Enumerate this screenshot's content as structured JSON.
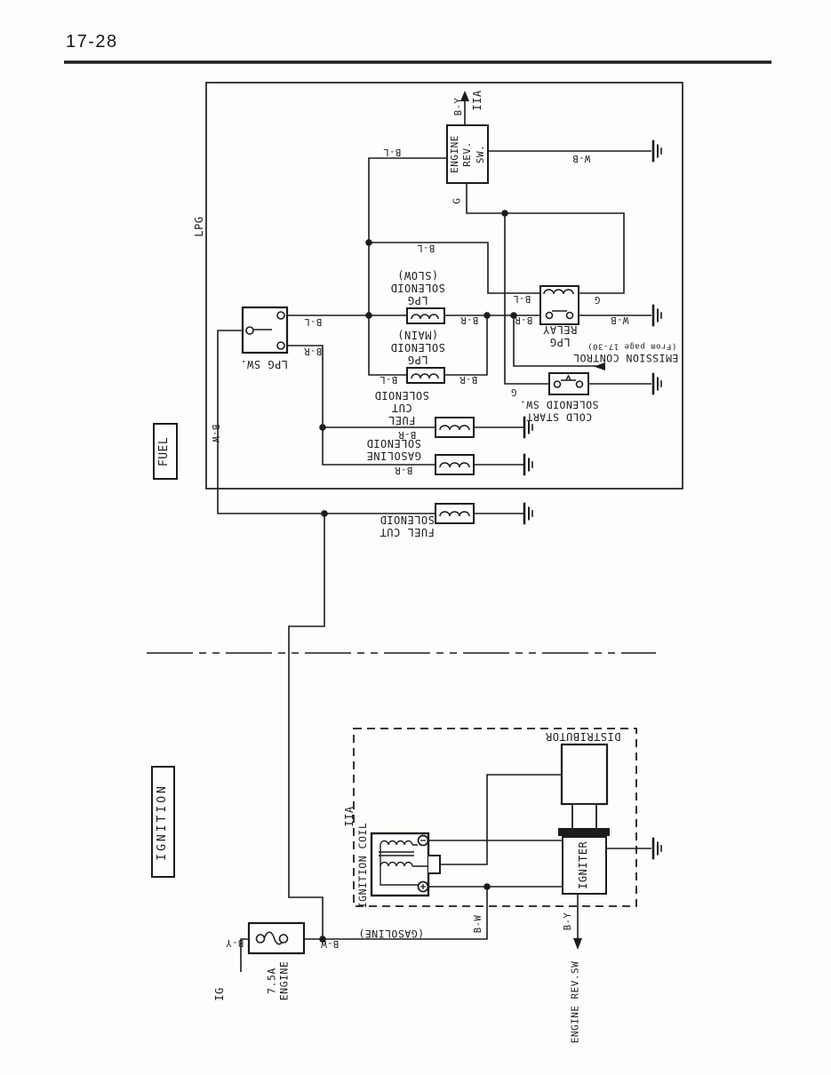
{
  "page": {
    "number": "17-28"
  },
  "colors": {
    "ink": "#1c1c1c",
    "paper": "#fdfdfb"
  },
  "fuel": {
    "section_label": "FUEL",
    "frame_label": "LPG",
    "engine_rev_sw": "ENGINE\nREV.\nSW.",
    "iia": "IIA",
    "wire_by": "B-Y",
    "wire_g": "G",
    "wire_wb": "W-B",
    "wire_bl": "B-L",
    "wire_br": "B-R",
    "wire_bw": "B-W",
    "lpg_solenoid_slow": "LPG\nSOLENOID\n(SLOW)",
    "lpg_solenoid_main": "LPG\nSOLENOID\n(MAIN)",
    "lpg_relay": "LPG\nRELAY",
    "emission_control": "EMISSION CONTROL",
    "emission_from": "(From page 17-30)",
    "lpg_sw": "LPG SW.",
    "fuel_cut_solenoid": "FUEL\nCUT\nSOLENOID",
    "cold_start_solenoid_sw": "COLD START\nSOLENOID SW.",
    "gasoline_solenoid": "GASOLINE\nSOLENOID",
    "fuel_cut_solenoid_2": "FUEL CUT\nSOLENOID"
  },
  "ignition": {
    "section_label": "IGNITION",
    "distributor": "DISTRIBUTOR",
    "iia": "IIA",
    "ignition_coil": "IGNITION COIL",
    "igniter": "IGNITER",
    "engine_rev_sw": "ENGINE REV.SW",
    "gasoline_wire": "(GASOLINE)",
    "fuse": "7.5A\nENGINE",
    "ig": "IG",
    "wire_by": "B-Y",
    "wire_bw": "B-W"
  }
}
